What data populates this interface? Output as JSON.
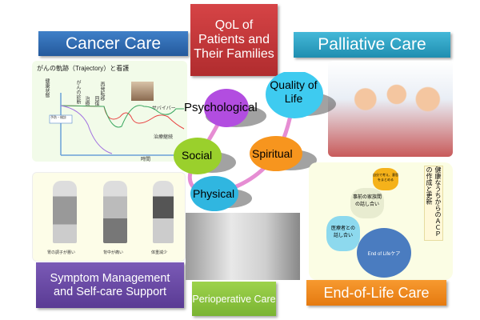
{
  "center": {
    "title": "QoL of Patients and Their Families"
  },
  "sections": {
    "cancer_care": "Cancer Care",
    "palliative_care": "Palliative Care",
    "symptom": "Symptom Management and Self-care Support",
    "perioperative": "Perioperative Care",
    "end_of_life": "End-of-Life Care"
  },
  "qol": {
    "quality": "Quality of Life",
    "psychological": "Psychological",
    "social": "Social",
    "spiritual": "Spiritual",
    "physical": "Physical"
  },
  "trajectory": {
    "title": "がんの軌跡（Trajectory）と看護",
    "ylabel": "健康状態",
    "xlabel": "時間",
    "diagnosis": "がんの診断",
    "treat": "治療",
    "recovery": "回復",
    "relapse": "再発転移",
    "survivor": "サバイバー",
    "continued": "治療継続",
    "prevention": "予防・検診"
  },
  "symptoms": [
    "胃の調子が悪い",
    "背中が痛い",
    "体重減少"
  ],
  "acp": {
    "vertical": "健康なうちからのＡＣＰの作成と更新",
    "gear1": "自分で考え、意思をまとめる",
    "gear2": "事前の家族間の話し合い",
    "gear3": "医療者との話し合い",
    "gear4": "End of Lifeケア"
  },
  "colors": {
    "cancer": "#2f6db3",
    "qol_box": "#c8383a",
    "palliative": "#2aa3c6",
    "symptom": "#6b4aa6",
    "perioperative": "#8dc63f",
    "end_of_life": "#f0891c"
  }
}
